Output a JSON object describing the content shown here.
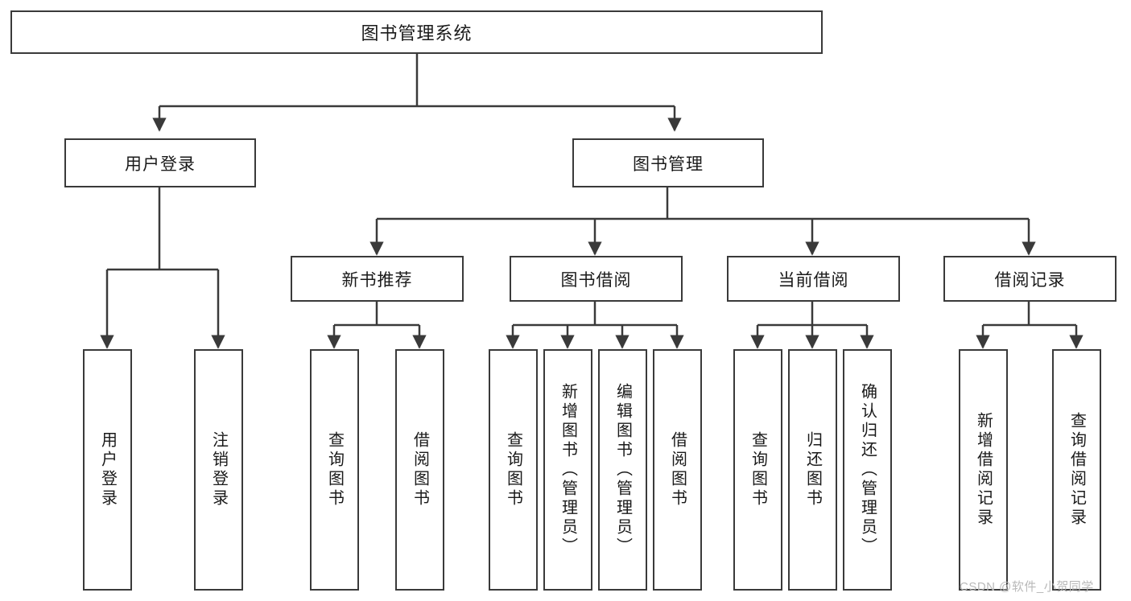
{
  "diagram": {
    "type": "tree-hierarchy",
    "title": "图书管理系统",
    "watermark": "CSDN @软件_小贺同学",
    "colors": {
      "stroke": "#3a3a3a",
      "box_fill": "#ffffff",
      "text": "#1a1a1a",
      "watermark": "#b9b9b9",
      "background": "#ffffff"
    },
    "nodes": {
      "root": {
        "label": "图书管理系统",
        "level": 0,
        "orientation": "horizontal"
      },
      "l1": [
        {
          "id": "user-login",
          "label": "用户登录",
          "orientation": "horizontal"
        },
        {
          "id": "book-management",
          "label": "图书管理",
          "orientation": "horizontal"
        }
      ],
      "l2": [
        {
          "id": "new-book-recommend",
          "label": "新书推荐",
          "parent": "book-management",
          "orientation": "horizontal"
        },
        {
          "id": "book-borrow",
          "label": "图书借阅",
          "parent": "book-management",
          "orientation": "horizontal"
        },
        {
          "id": "current-borrow",
          "label": "当前借阅",
          "parent": "book-management",
          "orientation": "horizontal"
        },
        {
          "id": "borrow-record",
          "label": "借阅记录",
          "parent": "book-management",
          "orientation": "horizontal"
        }
      ],
      "leaves": [
        {
          "id": "leaf-user-login",
          "label": "用户登录",
          "parent": "user-login",
          "orientation": "vertical"
        },
        {
          "id": "leaf-user-logout",
          "label": "注销登录",
          "parent": "user-login",
          "orientation": "vertical"
        },
        {
          "id": "leaf-query-book-1",
          "label": "查询图书",
          "parent": "new-book-recommend",
          "orientation": "vertical"
        },
        {
          "id": "leaf-borrow-book-1",
          "label": "借阅图书",
          "parent": "new-book-recommend",
          "orientation": "vertical"
        },
        {
          "id": "leaf-query-book-2",
          "label": "查询图书",
          "parent": "book-borrow",
          "orientation": "vertical"
        },
        {
          "id": "leaf-add-book",
          "label": "新增图书（管理员）",
          "parent": "book-borrow",
          "orientation": "vertical"
        },
        {
          "id": "leaf-edit-book",
          "label": "编辑图书（管理员）",
          "parent": "book-borrow",
          "orientation": "vertical"
        },
        {
          "id": "leaf-borrow-book-2",
          "label": "借阅图书",
          "parent": "book-borrow",
          "orientation": "vertical"
        },
        {
          "id": "leaf-query-book-3",
          "label": "查询图书",
          "parent": "current-borrow",
          "orientation": "vertical"
        },
        {
          "id": "leaf-return-book",
          "label": "归还图书",
          "parent": "current-borrow",
          "orientation": "vertical"
        },
        {
          "id": "leaf-confirm-return",
          "label": "确认归还（管理员）",
          "parent": "current-borrow",
          "orientation": "vertical"
        },
        {
          "id": "leaf-add-record",
          "label": "新增借阅记录",
          "parent": "borrow-record",
          "orientation": "vertical"
        },
        {
          "id": "leaf-query-record",
          "label": "查询借阅记录",
          "parent": "borrow-record",
          "orientation": "vertical"
        }
      ]
    }
  }
}
